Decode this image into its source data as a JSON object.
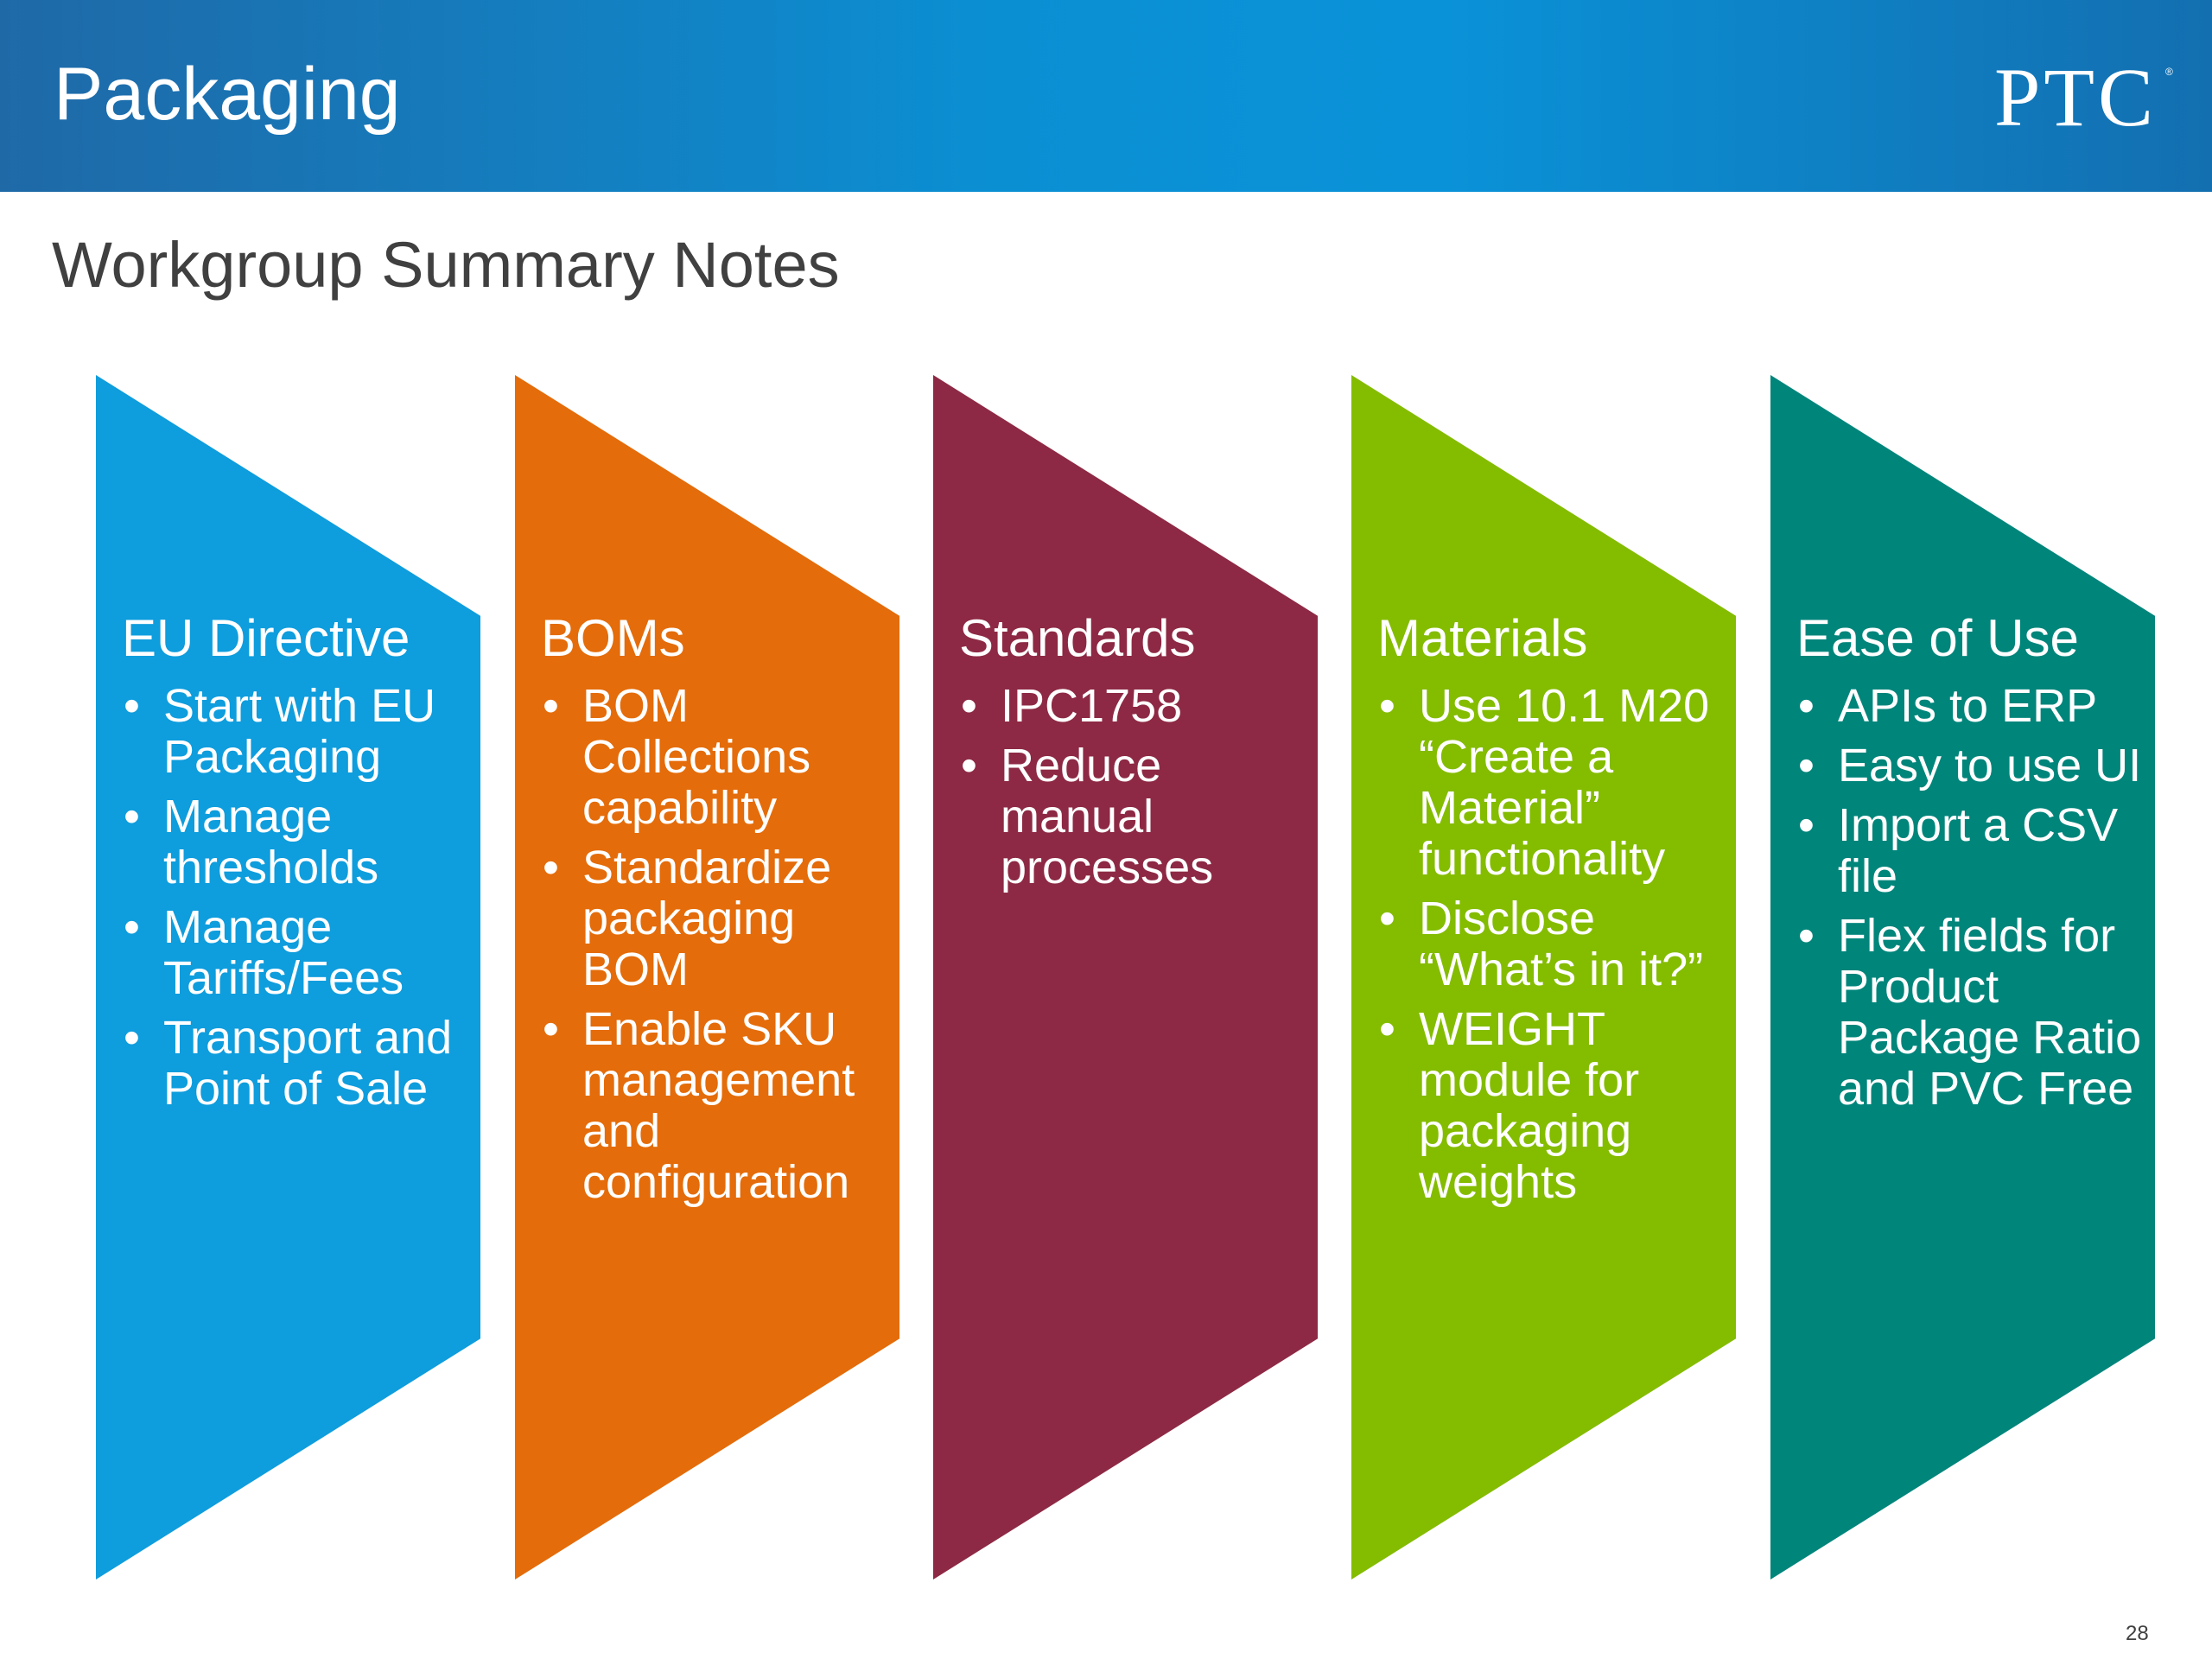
{
  "header": {
    "title": "Packaging",
    "logo_text": "PTC",
    "logo_mark": "®"
  },
  "subtitle": "Workgroup Summary Notes",
  "columns": [
    {
      "title": "EU Directive",
      "color": "#0e9ddd",
      "items": [
        "Start with EU Packaging",
        "Manage thresholds",
        "Manage Tariffs/Fees",
        "Transport and Point of Sale"
      ]
    },
    {
      "title": "BOMs",
      "color": "#e46c0a",
      "items": [
        "BOM Collections capability",
        "Standardize packaging BOM",
        "Enable SKU management and configuration"
      ]
    },
    {
      "title": "Standards",
      "color": "#8d2944",
      "items": [
        "IPC1758",
        "Reduce manual processes"
      ]
    },
    {
      "title": "Materials",
      "color": "#84bc00",
      "items": [
        "Use 10.1 M20 “Create a Material” functionality",
        "Disclose “What’s in it?”",
        "WEIGHT module for packaging weights"
      ]
    },
    {
      "title": "Ease of Use",
      "color": "#00857b",
      "items": [
        "APIs to ERP",
        "Easy to use UI",
        "Import a CSV file",
        "Flex fields for Product Package Ratio and PVC Free"
      ]
    }
  ],
  "bullet_char": "•",
  "page_number": "28"
}
